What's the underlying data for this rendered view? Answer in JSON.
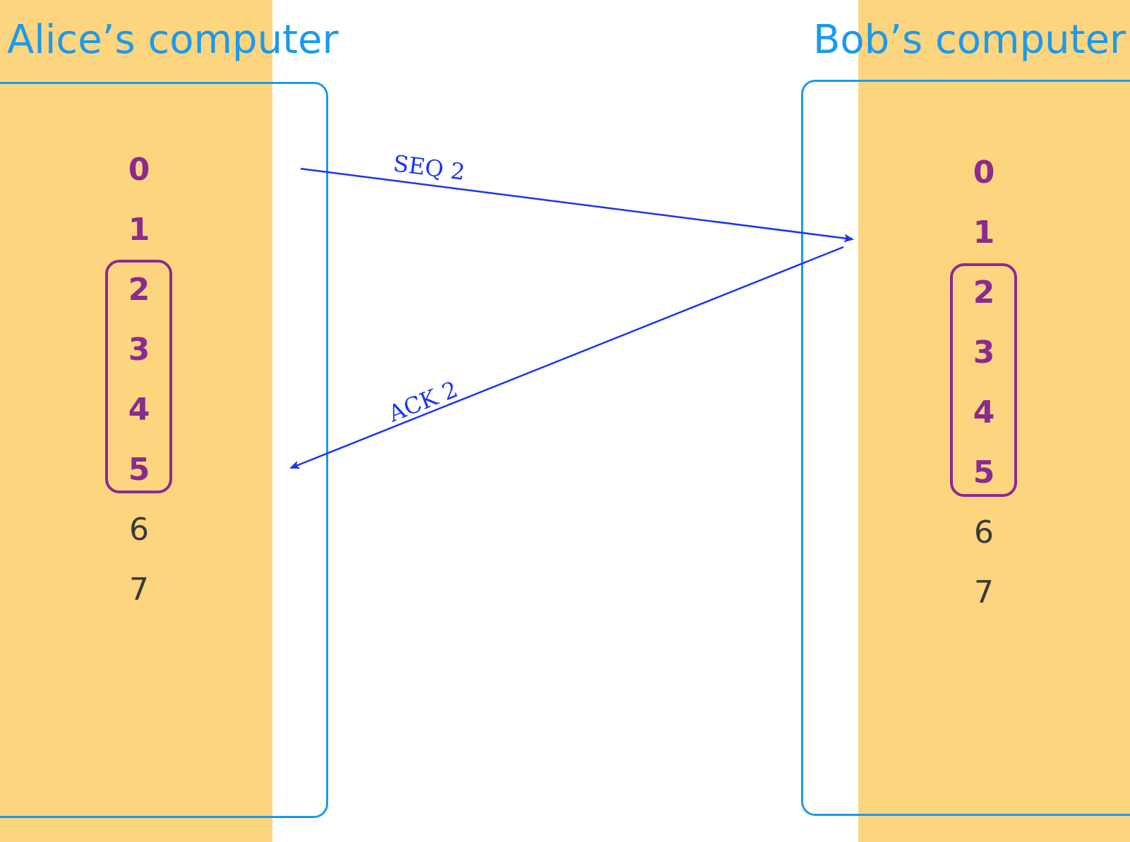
{
  "alice": {
    "title": "Alice’s computer",
    "numbers": [
      "0",
      "1",
      "2",
      "3",
      "4",
      "5",
      "6",
      "7"
    ]
  },
  "bob": {
    "title": "Bob’s computer",
    "numbers": [
      "0",
      "1",
      "2",
      "3",
      "4",
      "5",
      "6",
      "7"
    ]
  },
  "messages": {
    "seq_label": "SEQ 2",
    "ack_label": "ACK 2"
  },
  "colors": {
    "strip_background": "#fdd57e",
    "title_text": "#1b9aed",
    "box_border": "#1b9aed",
    "window_border": "#8b2a8f",
    "window_number": "#8b2a8f",
    "other_number": "#3a3a3a",
    "arrow": "#1a35f0"
  }
}
